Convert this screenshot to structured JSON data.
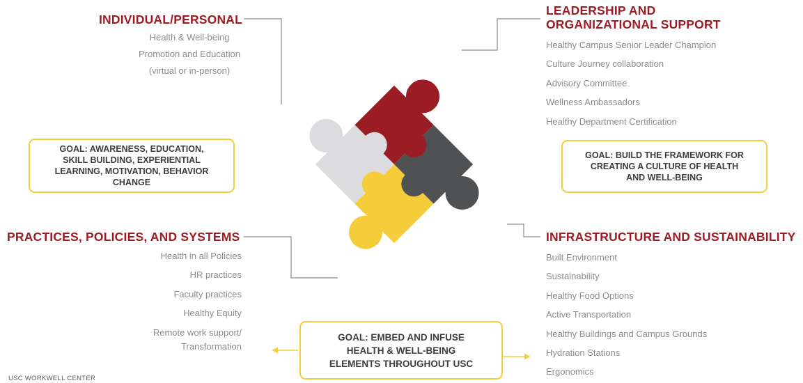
{
  "sections": {
    "individual": {
      "title": "INDIVIDUAL/PERSONAL",
      "lines": [
        "Health & Well-being",
        "Promotion and Education",
        "(virtual or in-person)"
      ]
    },
    "leadership": {
      "title_line1": "LEADERSHIP AND",
      "title_line2": "ORGANIZATIONAL SUPPORT",
      "items": [
        "Healthy Campus Senior Leader Champion",
        "Culture Journey collaboration",
        "Advisory Committee",
        "Wellness Ambassadors",
        "Healthy Department Certification"
      ]
    },
    "practices": {
      "title": "PRACTICES, POLICIES, AND SYSTEMS",
      "items": [
        "Health in all Policies",
        "HR practices",
        "Faculty practices",
        "Healthy Equity"
      ],
      "remote_line1": "Remote work support/",
      "remote_line2": "Transformation"
    },
    "infrastructure": {
      "title": "INFRASTRUCTURE AND SUSTAINABILITY",
      "items": [
        "Built Environment",
        "Sustainability",
        "Healthy Food Options",
        "Active Transportation",
        "Healthy Buildings and Campus Grounds",
        "Hydration Stations",
        "Ergonomics"
      ]
    }
  },
  "goals": {
    "left": [
      "GOAL: AWARENESS, EDUCATION,",
      "SKILL BUILDING, EXPERIENTIAL",
      "LEARNING, MOTIVATION, BEHAVIOR",
      "CHANGE"
    ],
    "right": [
      "GOAL: BUILD THE FRAMEWORK FOR",
      "CREATING A CULTURE OF HEALTH",
      "AND WELL-BEING"
    ],
    "bottom": [
      "GOAL: EMBED AND INFUSE",
      "HEALTH & WELL-BEING",
      "ELEMENTS THROUGHOUT USC"
    ]
  },
  "footer": "USC WORKWELL CENTER",
  "colors": {
    "heading": "#9b1c23",
    "piece_red": "#9b1c23",
    "piece_gray_light": "#dcdcde",
    "piece_gray_dark": "#505153",
    "piece_yellow": "#f5cd3b",
    "goal_border": "#f5cd3b",
    "connector": "#8a8a8a"
  }
}
